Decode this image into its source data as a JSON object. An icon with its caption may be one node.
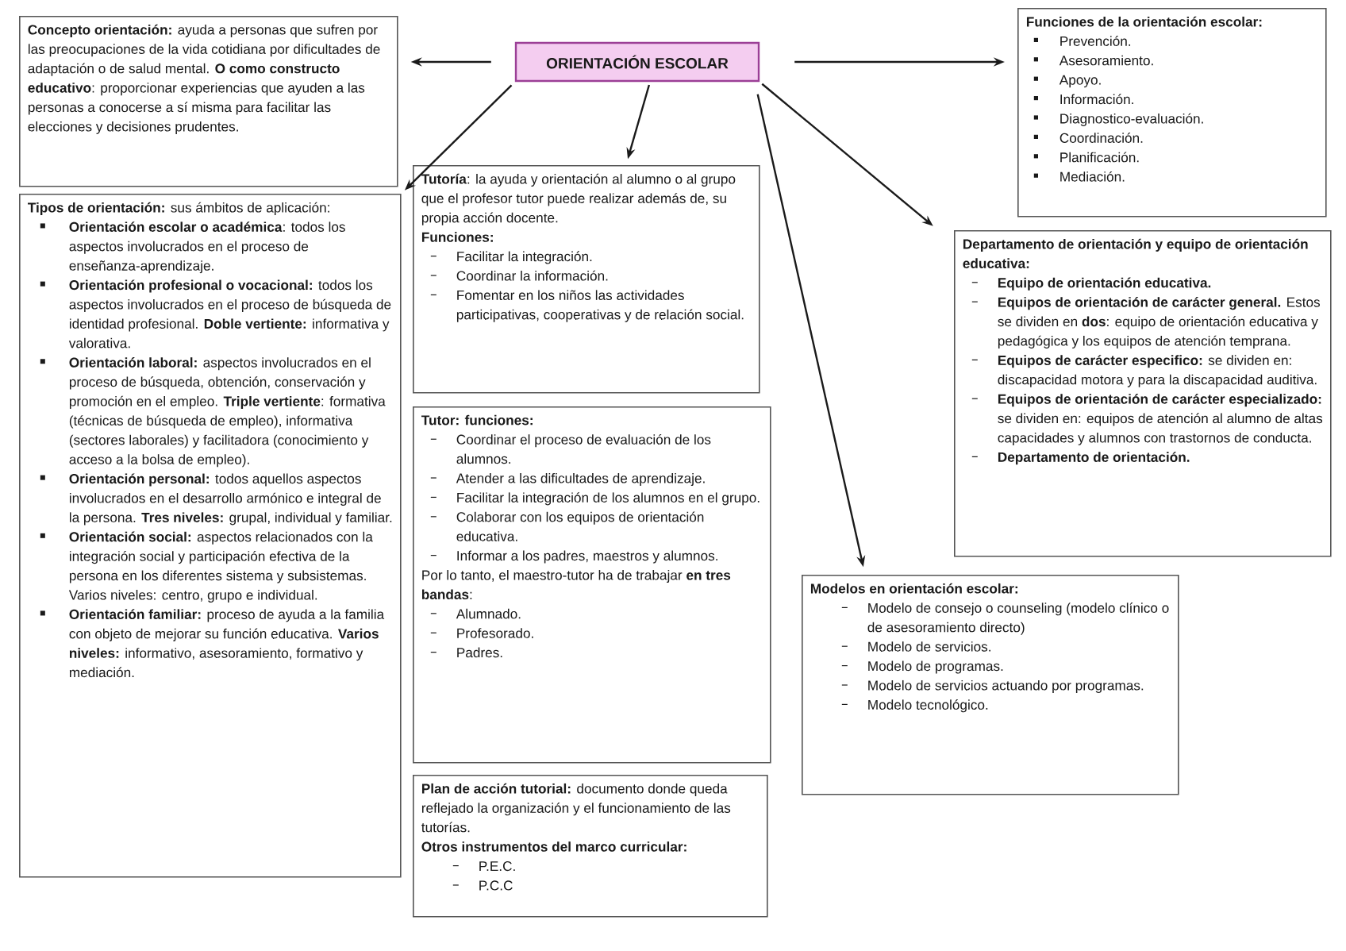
{
  "diagram": {
    "nodes": [
      {
        "text": [
          "ORIENTACIÓN ESCOLAR"
        ]
      },
      {
        "text": [
          "**Concepto orientación:** ayuda a personas que sufren por las preocupaciones de la vida cotidiana por dificultades de adaptación o de salud mental. **O como constructo educativo**: proporcionar experiencias que ayuden a las personas a conocerse a sí misma para facilitar las elecciones y decisiones prudentes."
        ]
      },
      {
        "text": [
          "**Tipos de orientación:** sus ámbitos de aplicación:",
          "**Orientación escolar o académica**: todos los aspectos involucrados en el proceso de enseñanza-aprendizaje.",
          "**Orientación profesional o vocacional:** todos los aspectos involucrados en el proceso de búsqueda de identidad profesional. **Doble vertiente:** informativa y valorativa.",
          "**Orientación laboral:** aspectos involucrados en el proceso de búsqueda, obtención, conservación y promoción en el empleo. **Triple vertiente**: formativa (técnicas de búsqueda de empleo), informativa (sectores laborales) y facilitadora (conocimiento y acceso a la bolsa de empleo).",
          "**Orientación personal:** todos aquellos aspectos involucrados en el desarrollo armónico e integral de la persona. **Tres niveles:** grupal, individual y familiar.",
          "**Orientación social:** aspectos relacionados con la integración social y participación efectiva de la persona en los diferentes sistema y subsistemas. Varios niveles: centro, grupo e individual.",
          "**Orientación familiar:** proceso de ayuda a la familia con objeto de mejorar su función educativa. **Varios niveles:** informativo, asesoramiento, formativo y mediación."
        ]
      },
      {
        "text": [
          "**Tutoría**: la ayuda y orientación al alumno o al grupo que el profesor tutor puede realizar además de, su propia acción docente.",
          "Funciones:",
          "Facilitar la integración.",
          "Coordinar la información.",
          "Fomentar en los niños las actividades participativas, cooperativas y de relación social."
        ]
      },
      {
        "text": [
          "Tutor: funciones:",
          "Coordinar el proceso de evaluación de los alumnos.",
          "Atender a las dificultades de aprendizaje.",
          "Facilitar la integración de los alumnos en el grupo.",
          "Colaborar con los equipos de orientación educativa.",
          "Informar a los padres, maestros y alumnos.",
          "Por lo tanto, el maestro-tutor ha de trabajar **en tres bandas**:",
          "Alumnado.",
          "Profesorado.",
          "Padres."
        ]
      },
      {
        "text": [
          "**Plan de acción tutorial:** documento donde queda reflejado la organización y el funcionamiento de las tutorías.",
          "Otros instrumentos del marco curricular:",
          "P.E.C.",
          "P.C.C"
        ]
      },
      {
        "text": [
          "Funciones de la orientación escolar:",
          "Prevención.",
          "Asesoramiento.",
          "Apoyo.",
          "Información.",
          "Diagnostico-evaluación.",
          "Coordinación.",
          "Planificación.",
          "Mediación."
        ]
      },
      {
        "text": [
          "Departamento de orientación y equipo de orientación educativa:",
          "Equipo de orientación educativa.",
          "**Equipos de orientación de carácter general.** Estos se dividen en **dos**: equipo de orientación educativa y pedagógica y los equipos de atención temprana.",
          "**Equipos de carácter especifico:** se dividen en: discapacidad motora y para la discapacidad auditiva.",
          "**Equipos de orientación de carácter especializado:** se dividen en: equipos de atención al alumno de altas capacidades y alumnos con trastornos de conducta.",
          "Departamento de orientación."
        ]
      },
      {
        "text": [
          "Modelos en orientación escolar:",
          "Modelo de consejo o counseling (modelo clínico o de asesoramiento directo)",
          "Modelo de servicios.",
          "Modelo de programas.",
          "Modelo de servicios actuando por programas.",
          "Modelo tecnológico."
        ]
      }
    ],
    "edges": [
      {
        "from": 0,
        "to": 1,
        "arrow": "to"
      },
      {
        "from": 0,
        "to": 2,
        "arrow": "to"
      },
      {
        "from": 0,
        "to": 3,
        "arrow": "to"
      },
      {
        "from": 0,
        "to": 6,
        "arrow": "to"
      },
      {
        "from": 0,
        "to": 7,
        "arrow": "to"
      },
      {
        "from": 0,
        "to": 8,
        "arrow": "to"
      }
    ]
  }
}
